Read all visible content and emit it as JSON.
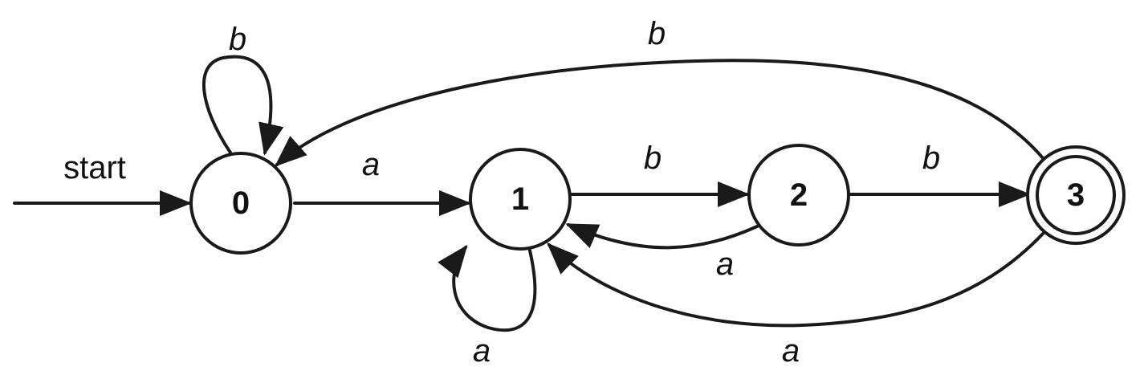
{
  "start_label": "start",
  "states": [
    {
      "id": "0",
      "label": "0",
      "accepting": false,
      "start": true
    },
    {
      "id": "1",
      "label": "1",
      "accepting": false,
      "start": false
    },
    {
      "id": "2",
      "label": "2",
      "accepting": false,
      "start": false
    },
    {
      "id": "3",
      "label": "3",
      "accepting": true,
      "start": false
    }
  ],
  "transitions": [
    {
      "from": "0",
      "to": "0",
      "symbol": "b"
    },
    {
      "from": "0",
      "to": "1",
      "symbol": "a"
    },
    {
      "from": "1",
      "to": "1",
      "symbol": "a"
    },
    {
      "from": "1",
      "to": "2",
      "symbol": "b"
    },
    {
      "from": "2",
      "to": "1",
      "symbol": "a"
    },
    {
      "from": "2",
      "to": "3",
      "symbol": "b"
    },
    {
      "from": "3",
      "to": "0",
      "symbol": "b"
    },
    {
      "from": "3",
      "to": "1",
      "symbol": "a"
    }
  ]
}
